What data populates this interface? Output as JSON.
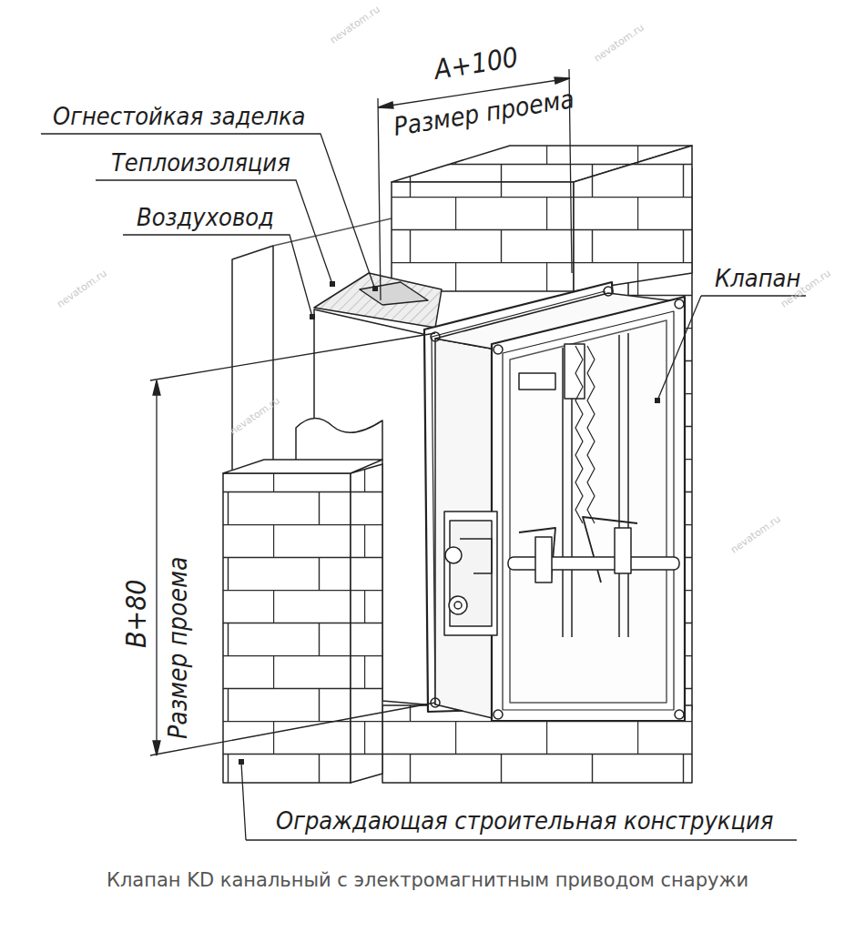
{
  "diagram": {
    "caption": "Клапан KD канальный с электромагнитным приводом снаружи",
    "labels": [
      "A+100",
      "Размер проема",
      "Огнестойкая заделка",
      "Теплоизоляция",
      "Воздуховод",
      "Клапан",
      "B+80",
      "Размер проема",
      "Ограждающая строительная конструкция",
      "nevatom.ru",
      "nevatom.ru",
      "nevatom.ru",
      "nevatom.ru",
      "nevatom.ru",
      "nevatom.ru"
    ]
  }
}
